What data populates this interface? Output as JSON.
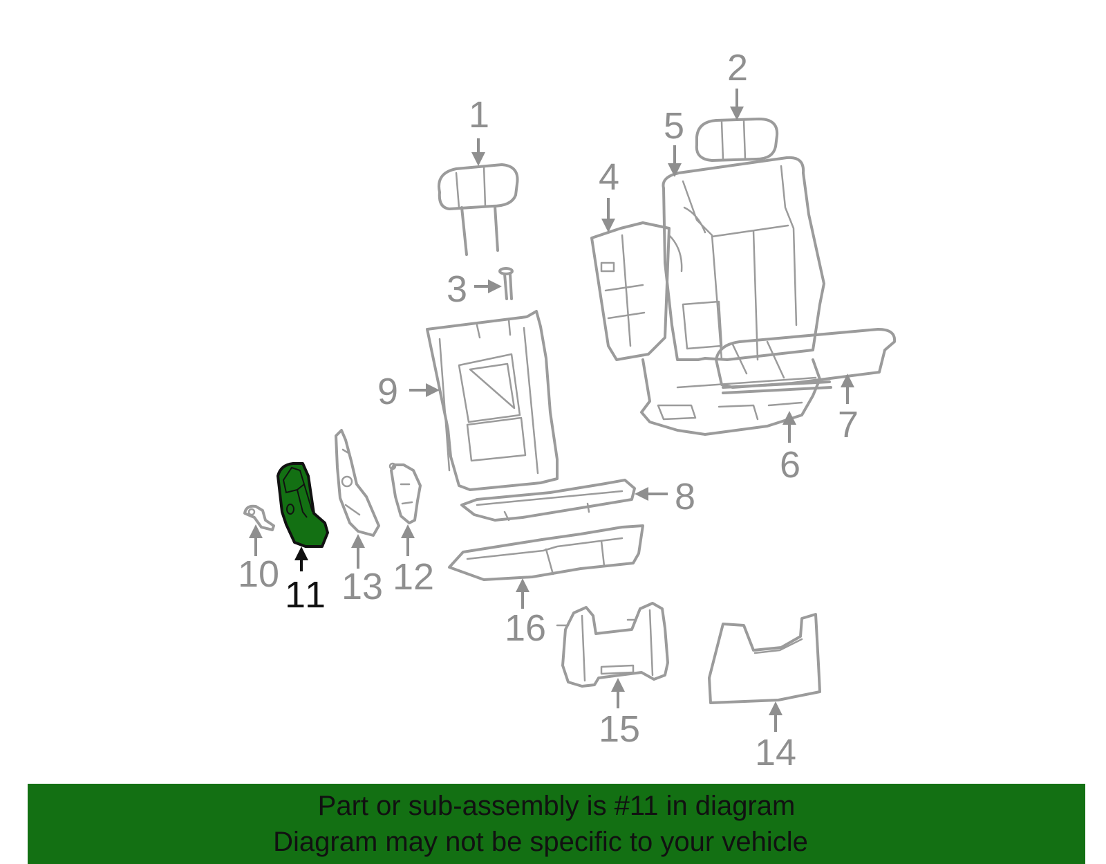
{
  "diagram": {
    "highlight_color": "#137013",
    "line_color": "#9b9b9b",
    "highlighted_callout": "11",
    "callouts": [
      "1",
      "2",
      "3",
      "4",
      "5",
      "6",
      "7",
      "8",
      "9",
      "10",
      "11",
      "12",
      "13",
      "14",
      "15",
      "16"
    ]
  },
  "banner": {
    "background": "#137013",
    "line1": "Part or sub-assembly is #11 in diagram",
    "line2": "Diagram may not be specific to your vehicle"
  }
}
